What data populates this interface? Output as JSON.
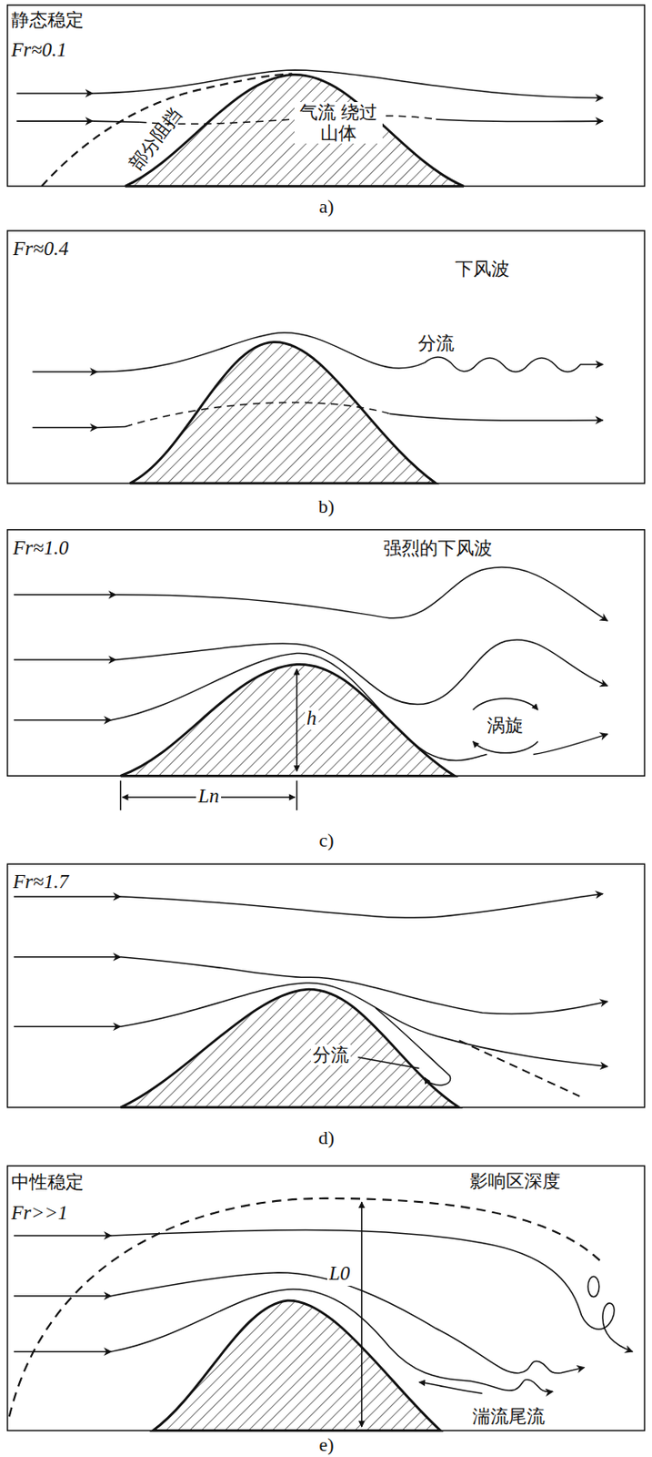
{
  "diagram": {
    "labels": [
      "静态稳定",
      "Fr≈0.1",
      "部分阻挡",
      "气流 绕过山体",
      "a)",
      "Fr≈0.4",
      "下风波",
      "分流",
      "b)",
      "Fr≈1.0",
      "强烈的下风波",
      "h",
      "涡旋",
      "Ln",
      "c)",
      "Fr≈1.7",
      "分流",
      "d)",
      "中性稳定",
      "Fr>>1",
      "影响区深度",
      "L0",
      "湍流尾流",
      "e)"
    ]
  }
}
